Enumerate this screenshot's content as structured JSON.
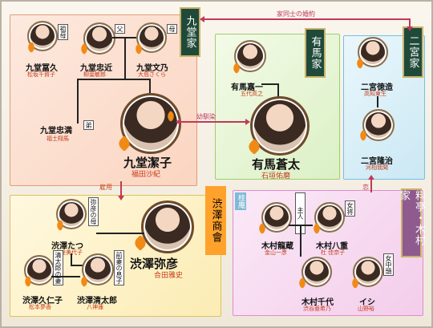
{
  "families": {
    "kudo": "九堂家",
    "arima": "有馬家",
    "ninomiya": "二宮家",
    "shibusawa": "渋澤商會",
    "kimura": "料亭・木村家"
  },
  "annex": "桂庵",
  "relations": {
    "iegara": "家同士の婚約",
    "engagement": "幼馴染",
    "hired": "雇用",
    "kimura_link": "恋"
  },
  "people": {
    "hisa": {
      "name": "九堂冨久",
      "actor": "松坂千賀子",
      "role": "祖母"
    },
    "tadachika": {
      "name": "九堂忠近",
      "actor": "柳葉敏郎",
      "role": "父"
    },
    "fumino": {
      "name": "九堂文乃",
      "actor": "大島さくら",
      "role": "母"
    },
    "tadamitsu": {
      "name": "九堂忠満",
      "actor": "福士翔馬",
      "role": "弟"
    },
    "kiyoko": {
      "name": "九堂潔子",
      "actor": "福田沙紀"
    },
    "kaichi": {
      "name": "有馬嘉一",
      "actor": "五代高之"
    },
    "sota": {
      "name": "有馬蒼太",
      "actor": "石垣佑磨"
    },
    "tanizo": {
      "name": "二宮徳造",
      "actor": "高知東生"
    },
    "ryoji": {
      "name": "二宮隆治",
      "actor": "河相我聞"
    },
    "tatsu": {
      "name": "渋澤たつ",
      "actor": "赤座美代子",
      "role": "弥彦の母"
    },
    "kuniko": {
      "name": "渋澤久仁子",
      "actor": "松本夢香",
      "role": "清太郎の妻"
    },
    "seitaro": {
      "name": "渋澤清太郎",
      "actor": "八神蓮",
      "role": "前妻の息子"
    },
    "yahiko": {
      "name": "渋澤弥彦",
      "actor": "合田雅史"
    },
    "ryozo": {
      "name": "木村龍蔵",
      "actor": "金山一彦",
      "role": "主人"
    },
    "yae": {
      "name": "木村八重",
      "actor": "杜 佳奈子",
      "role": "女将"
    },
    "chiyo": {
      "name": "木村千代",
      "actor": "渋谷亜希乃"
    },
    "ishi": {
      "name": "イシ",
      "actor": "山野裕",
      "role": "女中頭"
    }
  }
}
